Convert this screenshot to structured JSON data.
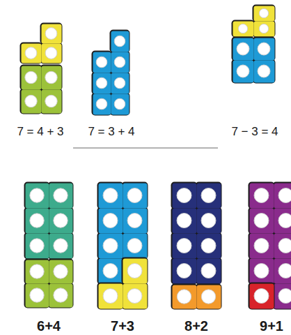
{
  "diagram": {
    "labels": [
      "7 = 4 + 3",
      "7 = 3 + 4",
      "7 − 3 = 4",
      "6+4",
      "7+3",
      "8+2",
      "9+1"
    ]
  }
}
